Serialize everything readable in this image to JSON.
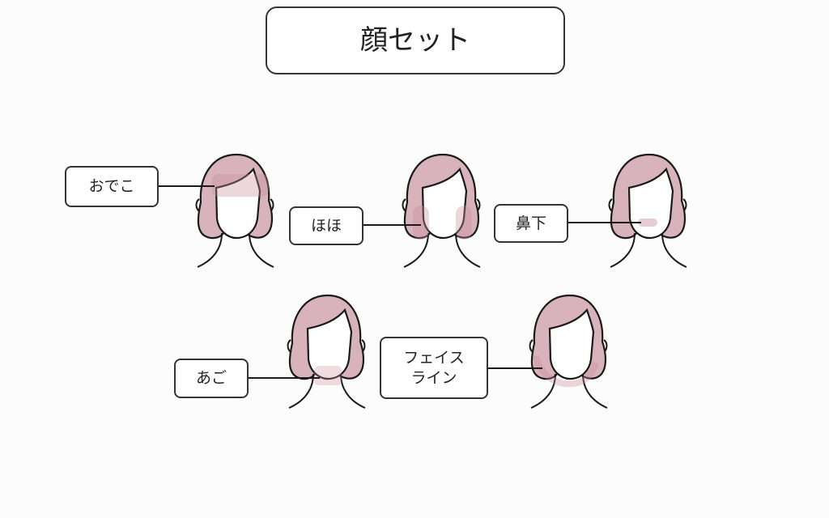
{
  "title": "顔セット",
  "labels": {
    "forehead": "おでこ",
    "cheeks": "ほほ",
    "under_nose": "鼻下",
    "chin": "あご",
    "faceline_1": "フェイス",
    "faceline_2": "ライン"
  },
  "colors": {
    "hair": "#d8b3bc",
    "highlight": "#c98d9c",
    "line": "#1a1a1a"
  }
}
